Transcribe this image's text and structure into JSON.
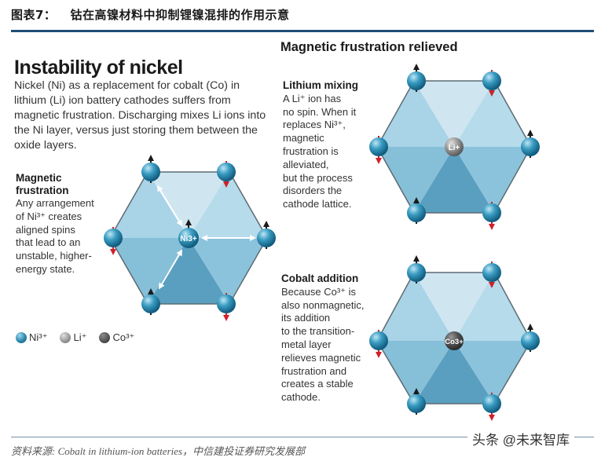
{
  "header": {
    "figure_number": "图表7：",
    "figure_title": "钴在高镍材料中抑制锂镍混排的作用示意"
  },
  "left_panel": {
    "title": "Instability of nickel",
    "intro": "Nickel (Ni) as a replacement for cobalt (Co) in lithium (Li) ion battery cathodes suffers from magnetic frustration. Discharging mixes Li ions into the Ni layer, versus just storing them between the oxide layers.",
    "note_title": "Magnetic frustration",
    "note_lines": [
      "Any arrangement",
      "of Ni³⁺ creates",
      "aligned spins",
      "that lead to an",
      "unstable, higher-",
      "energy state."
    ],
    "center_label": "Ni3+"
  },
  "right_panel": {
    "title": "Magnetic frustration relieved",
    "lithium": {
      "title": "Lithium mixing",
      "lines": [
        "A Li⁺ ion has",
        "no spin. When it",
        "replaces Ni³⁺,",
        "magnetic",
        "frustration is",
        "alleviated,",
        "but the process",
        "disorders the",
        "cathode lattice."
      ],
      "center_label": "Li+"
    },
    "cobalt": {
      "title": "Cobalt addition",
      "lines": [
        "Because Co³⁺ is",
        "also nonmagnetic,",
        "its addition",
        "to the transition-",
        "metal layer",
        "relieves magnetic",
        "frustration and",
        "creates a stable",
        "cathode."
      ],
      "center_label": "Co3+"
    }
  },
  "legend": [
    {
      "label": "Ni³⁺",
      "color": "#2a87ab"
    },
    {
      "label": "Li⁺",
      "color": "#9a9a9a"
    },
    {
      "label": "Co³⁺",
      "color": "#555555"
    }
  ],
  "colors": {
    "rule": "#1f4e79",
    "spin_up": "#1a1a1a",
    "spin_down": "#d0202a",
    "hex_light": "#cfe6f1",
    "hex_mid": "#a3cfe3",
    "hex_dark": "#5a9fbf"
  },
  "footer": {
    "source": "资料来源: Cobalt in lithium-ion batteries，中信建投证券研究发展部",
    "watermark": "头条 @未来智库"
  }
}
